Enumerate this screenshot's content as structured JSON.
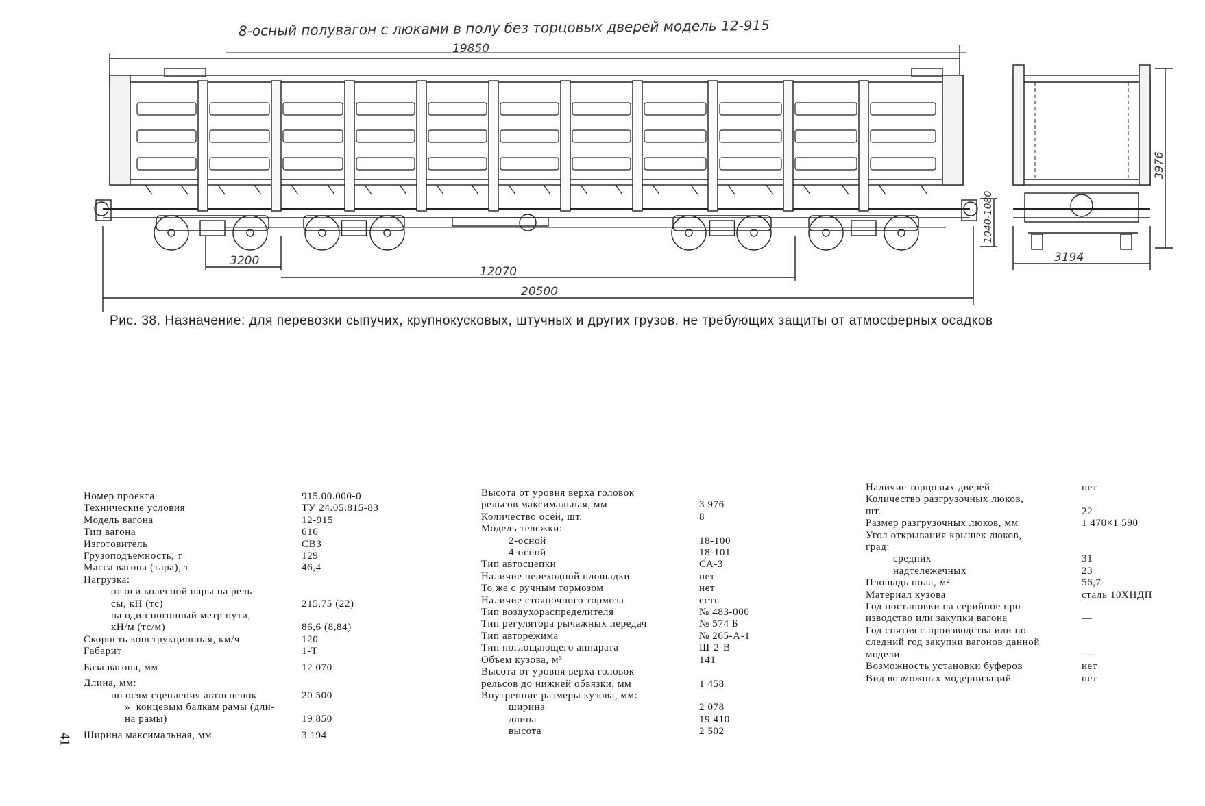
{
  "drawing": {
    "title": "8-осный полувагон с люками в полу без торцовых дверей   модель 12-915",
    "dims": {
      "top_length": "19850",
      "bogie_base": "3200",
      "wagon_base": "12070",
      "overall_length": "20500",
      "height_coupler": "1040-1080",
      "height_total": "3976",
      "width": "3194"
    }
  },
  "caption": "Рис. 38. Назначение: для перевозки сыпучих, крупнокусковых, штучных   и других грузов, не требующих защиты от атмосферных осадков",
  "page_number": "41",
  "specs": {
    "col1": [
      {
        "label": "Номер проекта",
        "value": "915.00.000-0"
      },
      {
        "label": "Технические условия",
        "value": "ТУ 24.05.815-83"
      },
      {
        "label": "Модель вагона",
        "value": "12-915"
      },
      {
        "label": "Тип вагона",
        "value": "616"
      },
      {
        "label": "Изготовитель",
        "value": "СВЗ"
      },
      {
        "label": "Грузоподъемность, т",
        "value": "129"
      },
      {
        "label": "Масса вагона (тара), т",
        "value": "46,4"
      },
      {
        "label": "Нагрузка:",
        "value": ""
      },
      {
        "label": "от оси колесной пары на рель-",
        "value": "",
        "indent": 1
      },
      {
        "label": "сы, кН (тс)",
        "value": "215,75 (22)",
        "indent": 1
      },
      {
        "label": "на один погонный метр пути,",
        "value": "",
        "indent": 1
      },
      {
        "label": "кН/м (тс/м)",
        "value": "86,6 (8,84)",
        "indent": 1
      },
      {
        "label": "Скорость конструкционная, км/ч",
        "value": "120"
      },
      {
        "label": "Габарит",
        "value": "1-Т"
      },
      {
        "label": "База вагона, мм",
        "value": "12 070",
        "gap": true
      },
      {
        "label": "Длина, мм:",
        "value": "",
        "gap": true
      },
      {
        "label": "по осям сцепления автосцепок",
        "value": "20 500",
        "indent": 1
      },
      {
        "label": "»  концевым балкам рамы (дли-",
        "value": "",
        "indent": 2
      },
      {
        "label": "на рамы)",
        "value": "19 850",
        "indent": 2
      },
      {
        "label": "Ширина максимальная, мм",
        "value": "3 194",
        "gap": true
      }
    ],
    "col2": [
      {
        "label": "Высота от уровня верха головок",
        "value": ""
      },
      {
        "label": "рельсов максимальная, мм",
        "value": "3 976"
      },
      {
        "label": "Количество осей, шт.",
        "value": "8"
      },
      {
        "label": "Модель тележки:",
        "value": ""
      },
      {
        "label": "2-осной",
        "value": "18-100",
        "indent": 1
      },
      {
        "label": "4-осной",
        "value": "18-101",
        "indent": 1
      },
      {
        "label": "Тип автосцепки",
        "value": "СА-3"
      },
      {
        "label": "Наличие переходной площадки",
        "value": "нет"
      },
      {
        "label": "То же с ручным тормозом",
        "value": "нет"
      },
      {
        "label": "Наличие стояночного тормоза",
        "value": "есть"
      },
      {
        "label": "Тип воздухораспределителя",
        "value": "№ 483-000"
      },
      {
        "label": "Тип регулятора рычажных передач",
        "value": "№ 574 Б"
      },
      {
        "label": "Тип авторежима",
        "value": "№ 265-А-1"
      },
      {
        "label": "Тип поглощающего аппарата",
        "value": "Ш-2-В"
      },
      {
        "label": "Объем кузова, м³",
        "value": "141"
      },
      {
        "label": "Высота от уровня верха головок",
        "value": ""
      },
      {
        "label": "рельсов до нижней обвязки, мм",
        "value": "1 458"
      },
      {
        "label": "Внутренние размеры кузова, мм:",
        "value": ""
      },
      {
        "label": "ширина",
        "value": "2 078",
        "indent": 1
      },
      {
        "label": "длина",
        "value": "19 410",
        "indent": 1
      },
      {
        "label": "высота",
        "value": "2 502",
        "indent": 1
      }
    ],
    "col3": [
      {
        "label": "Наличие торцовых дверей",
        "value": "нет"
      },
      {
        "label": "Количество разгрузочных люков,",
        "value": ""
      },
      {
        "label": "шт.",
        "value": "22"
      },
      {
        "label": "Размер разгрузочных люков, мм",
        "value": "1 470×1 590"
      },
      {
        "label": "Угол открывания крышек люков,",
        "value": ""
      },
      {
        "label": "град:",
        "value": ""
      },
      {
        "label": "средних",
        "value": "31",
        "indent": 1
      },
      {
        "label": "надтележечных",
        "value": "23",
        "indent": 1
      },
      {
        "label": "Площадь пола, м²",
        "value": "56,7"
      },
      {
        "label": "Материал кузова",
        "value": "сталь 10ХНДП"
      },
      {
        "label": "Год постановки на серийное про-",
        "value": ""
      },
      {
        "label": "изводство или закупки вагона",
        "value": "—"
      },
      {
        "label": "Год снятия с производства или по-",
        "value": ""
      },
      {
        "label": "следний год закупки вагонов данной",
        "value": ""
      },
      {
        "label": "модели",
        "value": "—"
      },
      {
        "label": "Возможность установки буферов",
        "value": "нет"
      },
      {
        "label": "Вид возможных модернизаций",
        "value": "нет"
      }
    ]
  }
}
